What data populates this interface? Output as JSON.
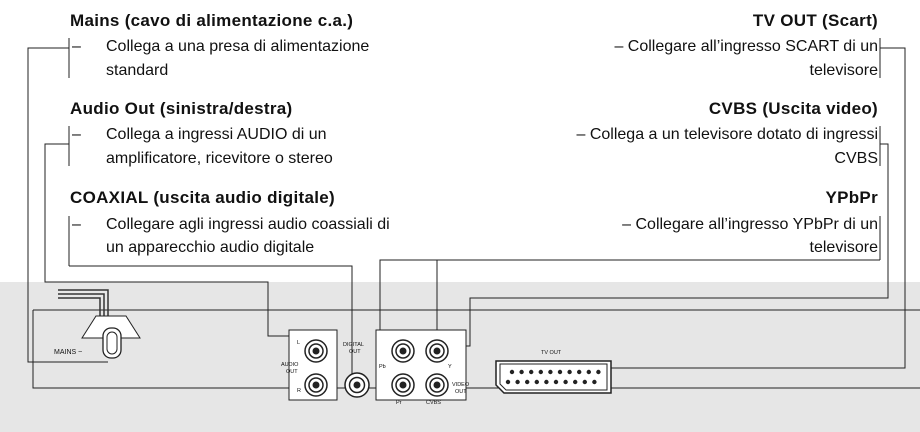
{
  "left_labels": [
    {
      "title": "Mains (cavo di alimentazione c.a.)",
      "dash": "–",
      "lines": [
        "Collega a una presa di  alimentazione",
        "standard"
      ]
    },
    {
      "title": "Audio Out (sinistra/destra)",
      "dash": "–",
      "lines": [
        "Collega a ingressi AUDIO di un",
        "amplificatore, ricevitore o stereo"
      ]
    },
    {
      "title": "COAXIAL (uscita audio digitale)",
      "dash": "–",
      "lines": [
        "Collegare agli ingressi audio coassiali di",
        "un apparecchio audio digitale"
      ]
    }
  ],
  "right_labels": [
    {
      "title": "TV OUT (Scart)",
      "lines": [
        "– Collegare all’ingresso SCART di un",
        "televisore"
      ]
    },
    {
      "title": "CVBS (Uscita video)",
      "lines": [
        "– Collega a un televisore dotato di ingressi",
        "CVBS"
      ]
    },
    {
      "title": "YPbPr",
      "lines": [
        "– Collegare all’ingresso YPbPr di un",
        "televisore"
      ]
    }
  ],
  "panel": {
    "mains": "MAINS ~",
    "audio_l": "L",
    "audio_r": "R",
    "audio_out": [
      "AUDIO",
      "OUT"
    ],
    "digital_out": [
      "DIGITAL",
      "OUT"
    ],
    "pb": "Pb",
    "y": "Y",
    "pr": "Pr",
    "cvbs": "CVBS",
    "video_out": [
      "VIDEO",
      "OUT"
    ],
    "tv_out": "TV OUT"
  },
  "colors": {
    "panel_bg": "#e6e6e6",
    "line": "#222222",
    "text": "#111111"
  }
}
